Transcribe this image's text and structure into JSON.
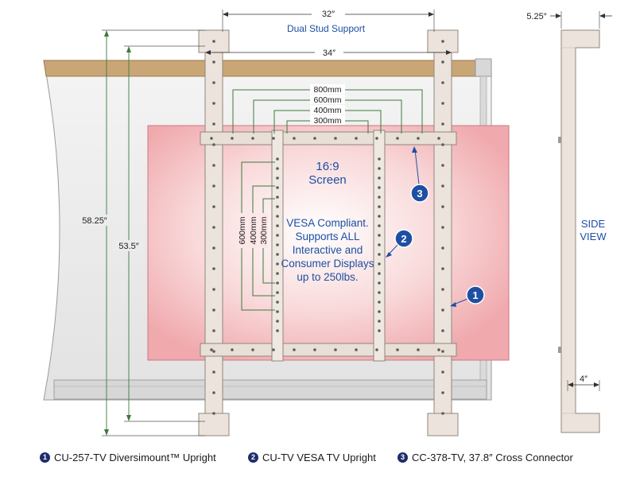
{
  "dimensions": {
    "top_32": "32″",
    "top_34": "34″",
    "dual_stud": "Dual Stud Support",
    "h_58": "58.25″",
    "h_53": "53.5″",
    "side_525": "5.25″",
    "side_4": "4″"
  },
  "vesa_horizontal": [
    "800mm",
    "600mm",
    "400mm",
    "300mm"
  ],
  "vesa_vertical": [
    "600mm",
    "400mm",
    "300mm"
  ],
  "screen": {
    "line1": "16:9",
    "line2": "Screen"
  },
  "compliance": [
    "VESA Compliant.",
    "Supports ALL",
    "Interactive and",
    "Consumer Displays",
    "up to 250lbs."
  ],
  "callouts": [
    "1",
    "2",
    "3"
  ],
  "side_view": {
    "line1": "SIDE",
    "line2": "VIEW"
  },
  "legend": [
    {
      "num": "1",
      "text": "CU-257-TV Diversimount™ Upright"
    },
    {
      "num": "2",
      "text": "CU-TV VESA TV Upright"
    },
    {
      "num": "3",
      "text": "CC-378-TV, 37.8″ Cross Connector"
    }
  ],
  "colors": {
    "wall": "#ececec",
    "wood": "#c9a676",
    "screen_fill": "#f2b3b6",
    "bracket": "#e8dfd6",
    "dim_green": "#3b7a3b",
    "blue": "#1e4fa3",
    "badge": "#1e2d6b"
  }
}
